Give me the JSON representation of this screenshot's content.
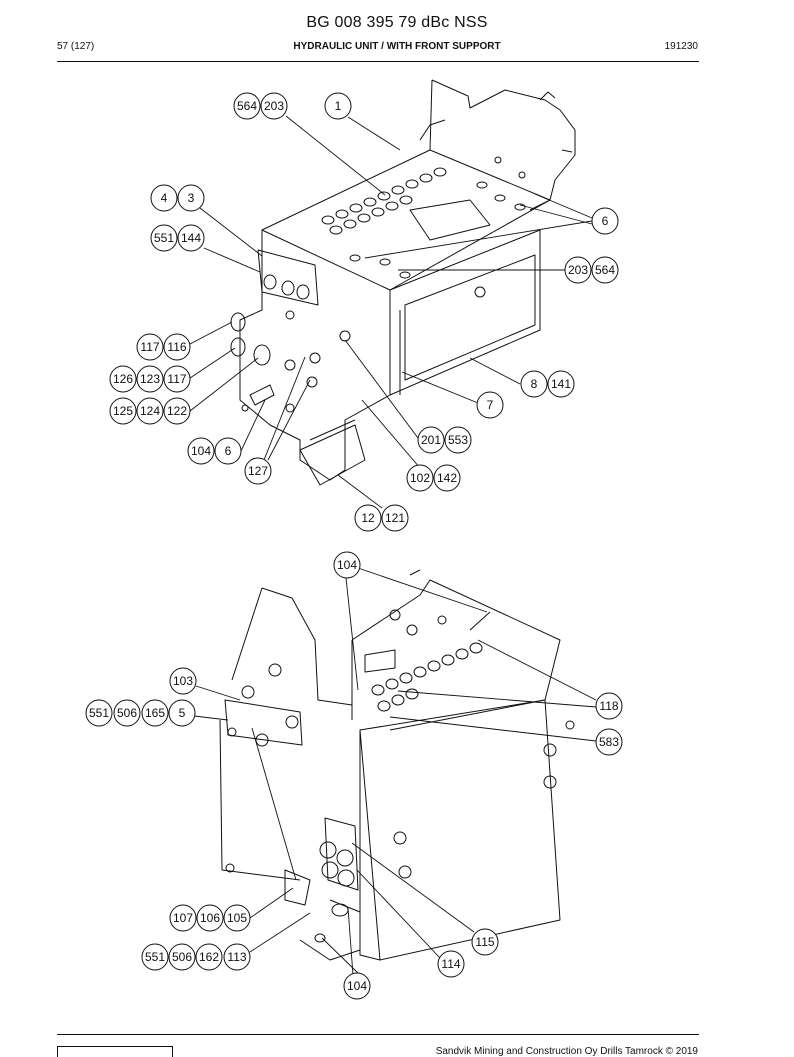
{
  "header": {
    "document_title": "BG 008 395 79 dBc NSS",
    "page_number": "57 (127)",
    "section_title": "HYDRAULIC UNIT / WITH FRONT SUPPORT",
    "date_code": "191230"
  },
  "footer": {
    "copyright": "Sandvik Mining and Construction Oy Drills Tamrock © 2019"
  },
  "callouts": {
    "c564a": "564",
    "c203a": "203",
    "c1": "1",
    "c4": "4",
    "c3": "3",
    "c551a": "551",
    "c144": "144",
    "c6a": "6",
    "c203b": "203",
    "c564b": "564",
    "c117a": "117",
    "c116": "116",
    "c126": "126",
    "c123": "123",
    "c117b": "117",
    "c125": "125",
    "c124": "124",
    "c122": "122",
    "c8": "8",
    "c141": "141",
    "c7": "7",
    "c201": "201",
    "c553": "553",
    "c104a": "104",
    "c6b": "6",
    "c127": "127",
    "c102": "102",
    "c142": "142",
    "c12": "12",
    "c121": "121",
    "c104b": "104",
    "c103": "103",
    "c551b": "551",
    "c506a": "506",
    "c165": "165",
    "c5": "5",
    "c118": "118",
    "c583": "583",
    "c107": "107",
    "c106": "106",
    "c105": "105",
    "c115": "115",
    "c551c": "551",
    "c506b": "506",
    "c162": "162",
    "c113": "113",
    "c114": "114",
    "c104c": "104"
  }
}
